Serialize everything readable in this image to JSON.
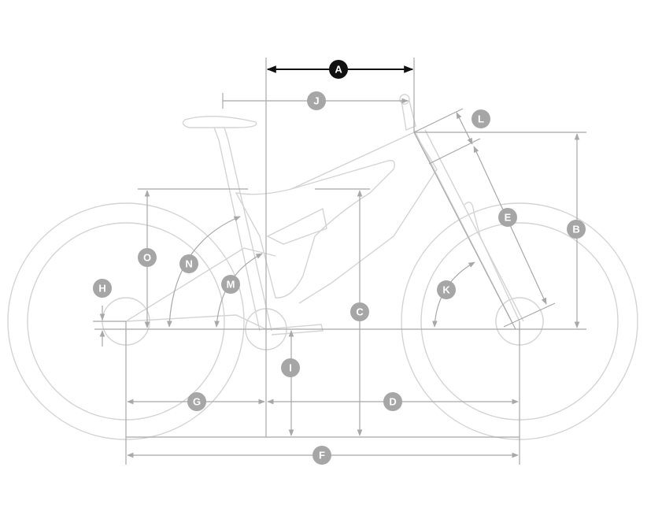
{
  "diagram": {
    "labels": {
      "A": "A",
      "B": "B",
      "C": "C",
      "D": "D",
      "E": "E",
      "F": "F",
      "G": "G",
      "H": "H",
      "I": "I",
      "J": "J",
      "K": "K",
      "L": "L",
      "M": "M",
      "N": "N",
      "O": "O"
    },
    "colors": {
      "highlight": "#111111",
      "badge": "#a6a6a6",
      "lines": "#a8a8a8",
      "bike": "#d4d4d4"
    }
  }
}
